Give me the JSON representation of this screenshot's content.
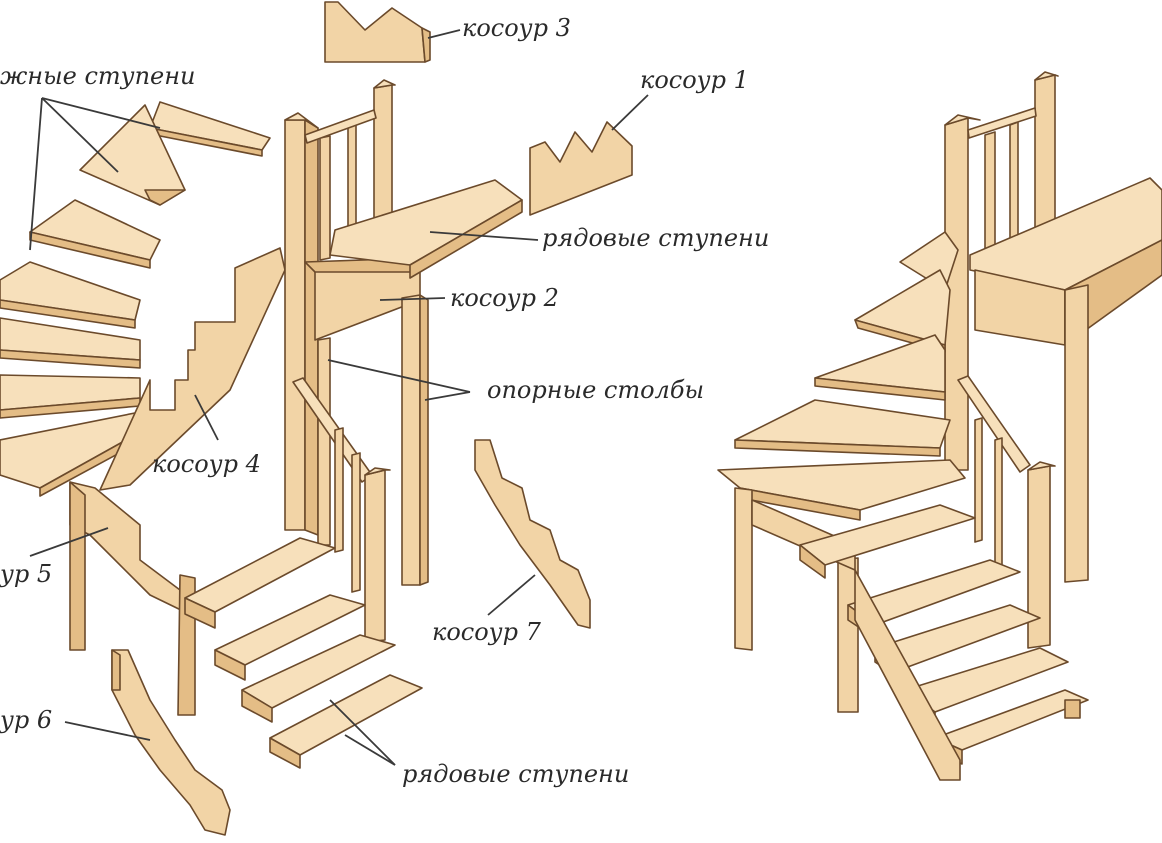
{
  "labels": {
    "stringer_3": "косоур 3",
    "stringer_1": "косоур 1",
    "winder_steps": "жные ступени",
    "regular_steps_top": "рядовые ступени",
    "stringer_2": "косоур 2",
    "support_posts": "опорные столбы",
    "stringer_4": "косоур 4",
    "stringer_5": "ур 5",
    "stringer_7": "косоур 7",
    "stringer_6": "ур 6",
    "regular_steps_bottom": "рядовые ступени"
  },
  "colors": {
    "wood_light": "#f7e0bb",
    "wood": "#f2d4a6",
    "wood_dark": "#e4bd86",
    "outline": "#6b4a2b",
    "text": "#2a2a2a"
  }
}
